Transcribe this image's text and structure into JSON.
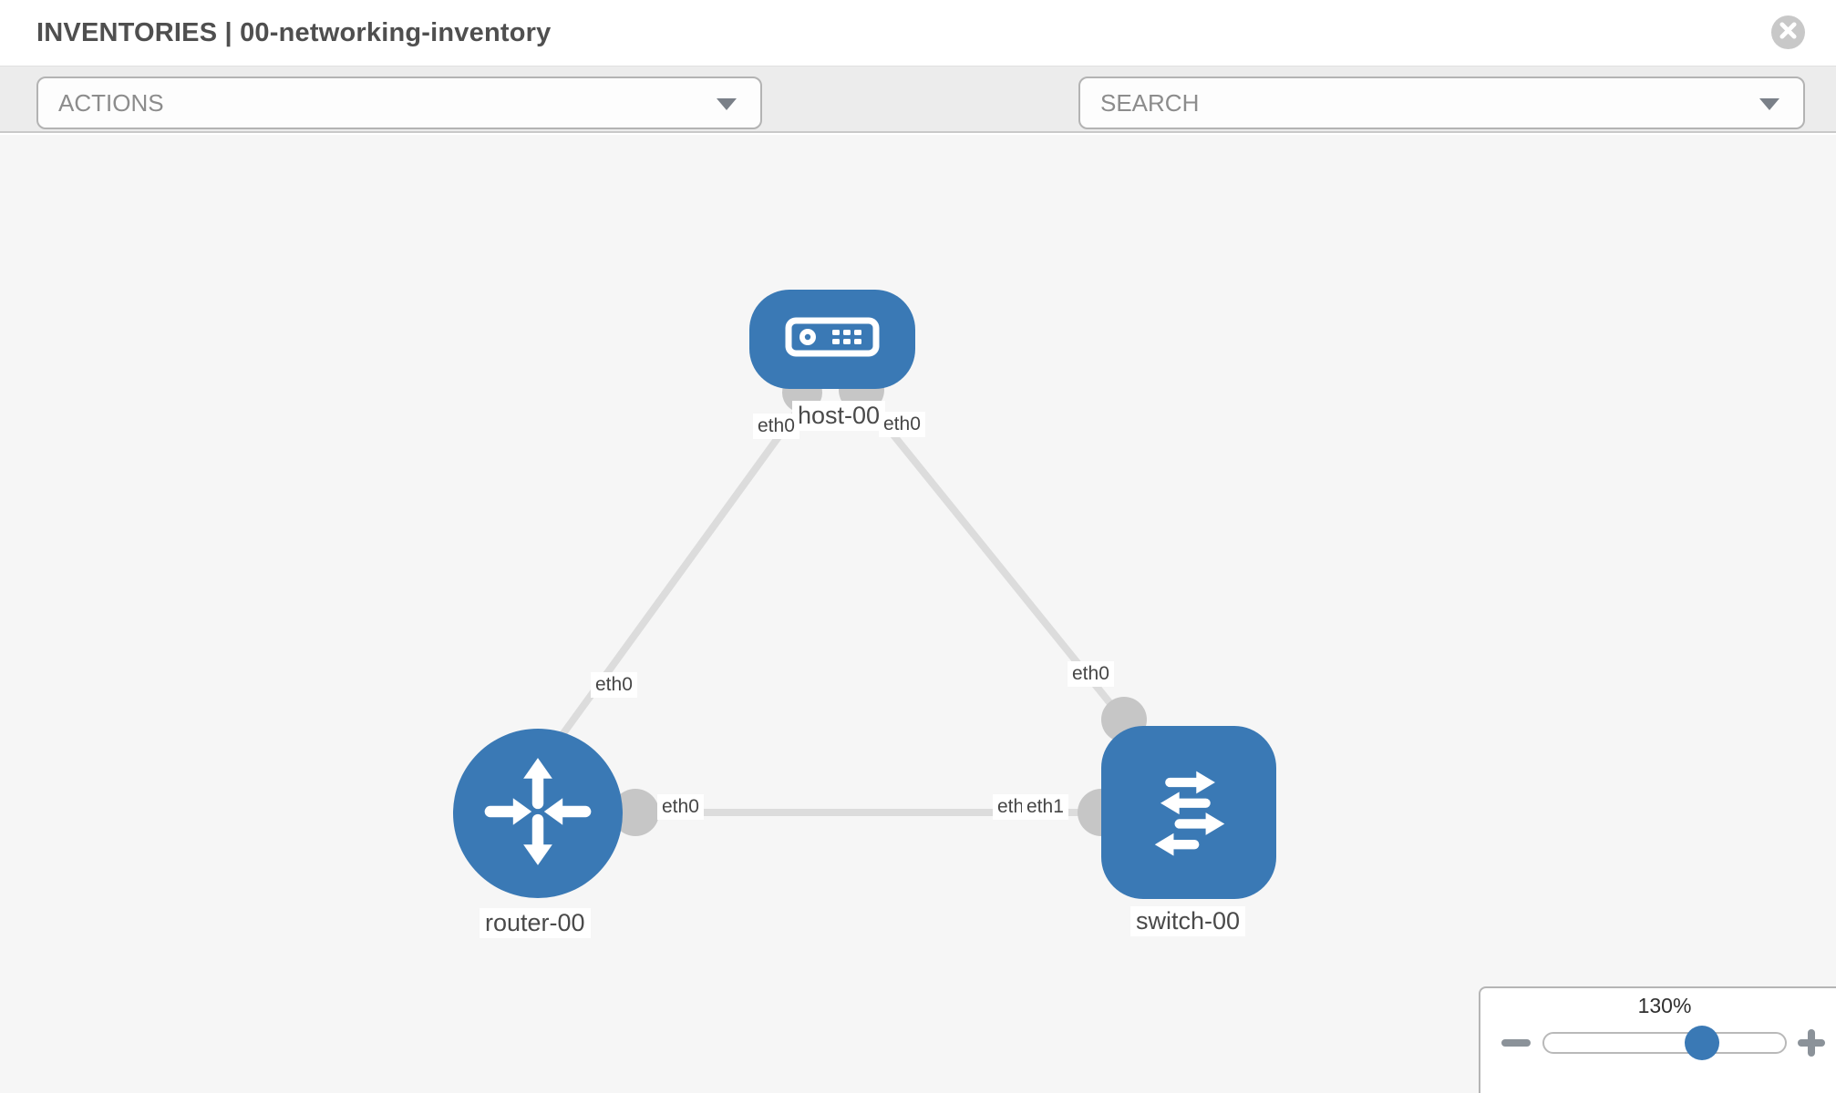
{
  "header": {
    "title": "INVENTORIES | 00-networking-inventory"
  },
  "toolbar": {
    "actions_label": "ACTIONS",
    "search_placeholder": "SEARCH",
    "tool_icons": [
      "wrench-icon",
      "key-icon"
    ]
  },
  "topology": {
    "nodes": [
      {
        "label": "host-00",
        "type": "host"
      },
      {
        "label": "router-00",
        "type": "router"
      },
      {
        "label": "switch-00",
        "type": "switch"
      }
    ],
    "links": [
      {
        "from": "host-00",
        "to": "router-00",
        "from_label": "eth0",
        "to_label": "eth0"
      },
      {
        "from": "host-00",
        "to": "switch-00",
        "from_label": "eth0",
        "to_label": "eth0"
      },
      {
        "from": "router-00",
        "to": "switch-00",
        "from_label": "eth0",
        "to_label": "eth1",
        "to_label_overlapped": "eth0"
      }
    ]
  },
  "zoom_control": {
    "level": "130%"
  },
  "colors": {
    "accent_blue": "#3a79b5",
    "canvas_bg": "#f6f6f6",
    "toolbar_bg": "#ececec",
    "link_gray": "#dcdcdc",
    "interface_gray": "#c6c6c6",
    "label_text": "#4a4a4a"
  }
}
